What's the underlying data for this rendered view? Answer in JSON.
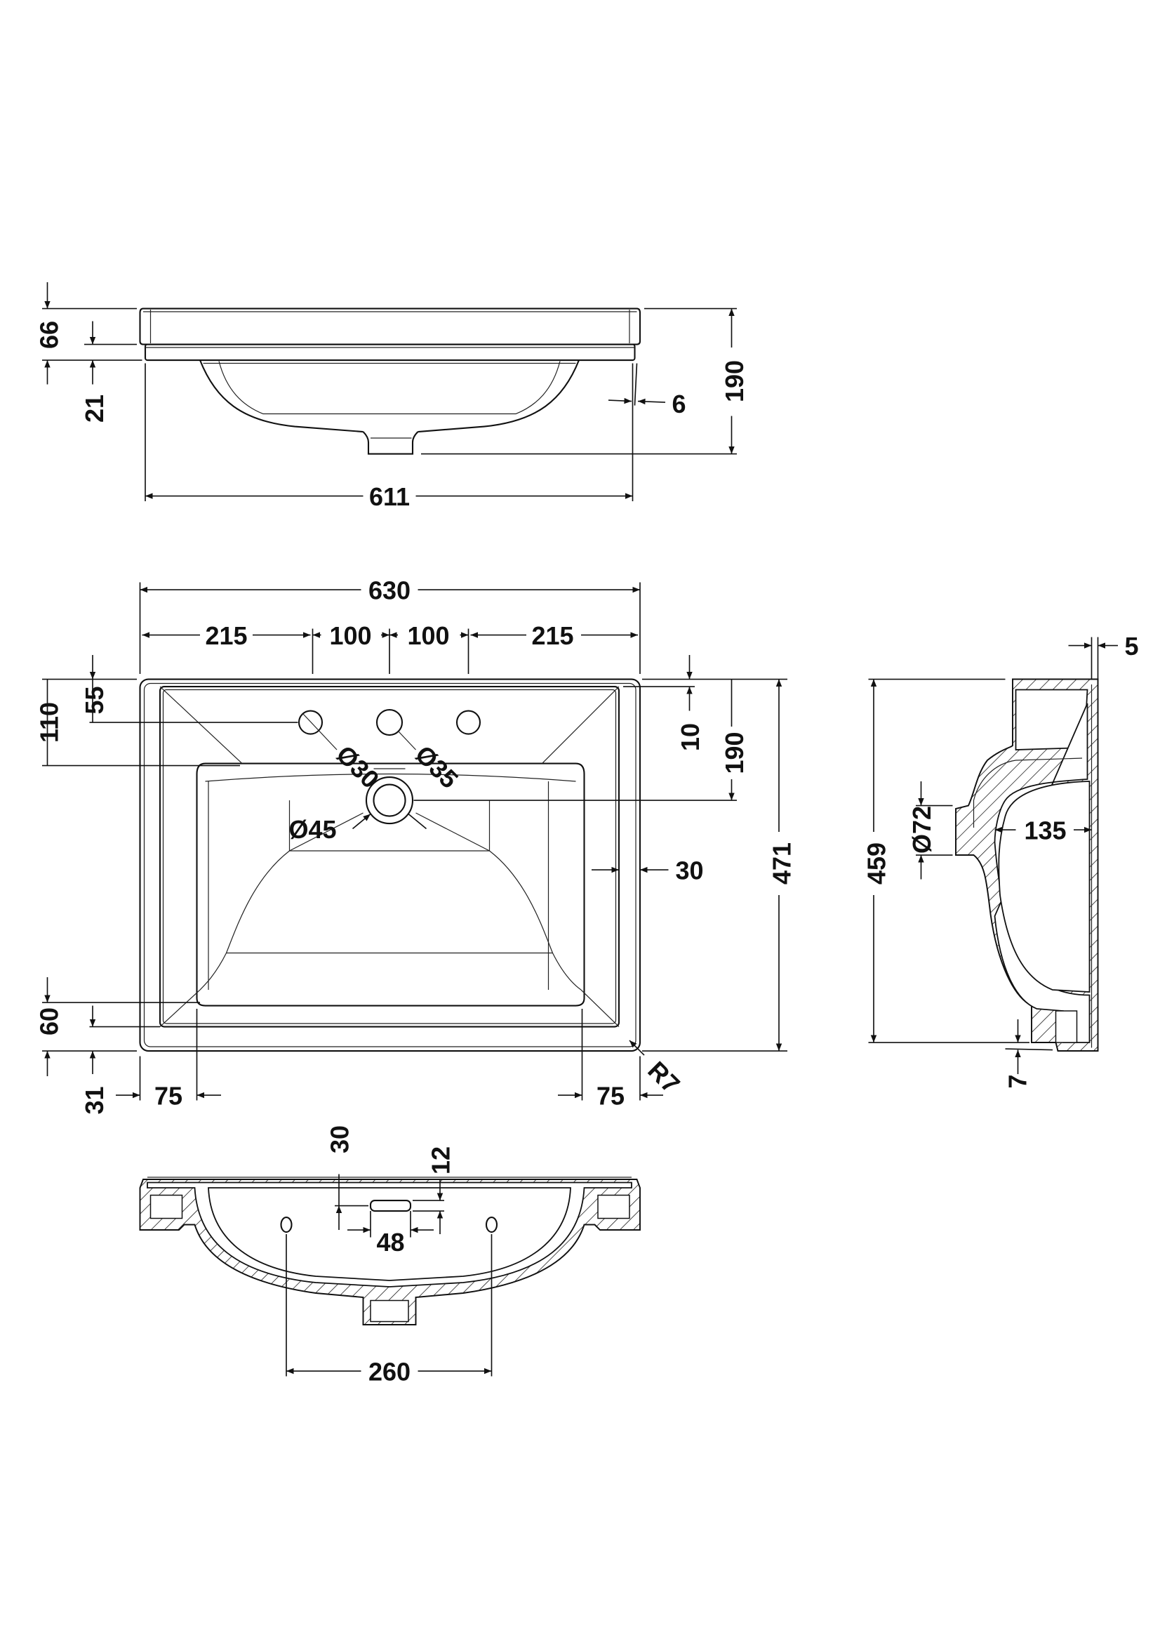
{
  "front_elevation": {
    "rim_height": "66",
    "band_height": "21",
    "side_offset": "6",
    "total_height": "190",
    "width": "611"
  },
  "plan_view": {
    "overall_width": "630",
    "tap_spacing": [
      "215",
      "100",
      "100",
      "215"
    ],
    "tap_row_to_bowl": "110",
    "tap_centre_from_back": "55",
    "rim_back": "10",
    "waste_from_back": "190",
    "tap_hole_dia": "Ø30",
    "centre_tap_hole_dia": "Ø35",
    "waste_dia": "Ø45",
    "side_rim": "30",
    "overall_depth": "471",
    "front_rim": "60",
    "front_lip": "31",
    "left_rim": "75",
    "right_rim": "75",
    "corner_radius": "R7"
  },
  "side_section": {
    "back_wall": "5",
    "overflow_dia": "Ø72",
    "bowl_depth": "135",
    "height": "459",
    "foot": "7"
  },
  "rear_section": {
    "overflow_offset": "30",
    "overflow_slot_height": "12",
    "overflow_slot_width": "48",
    "fixing_centres": "260"
  }
}
